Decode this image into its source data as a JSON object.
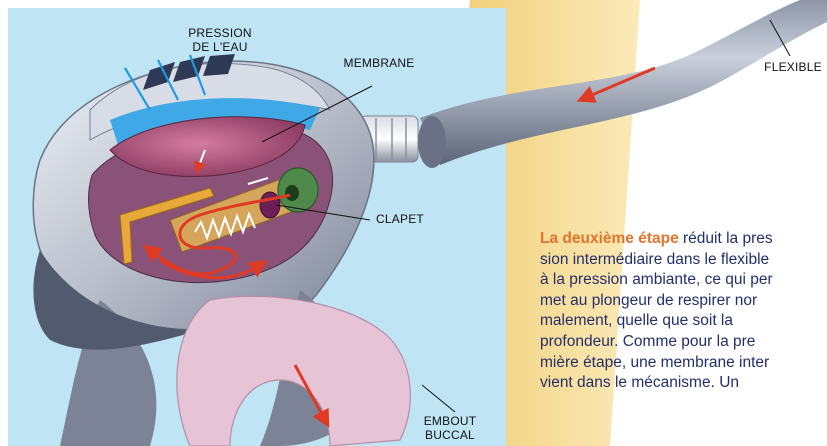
{
  "colors": {
    "background": "#ffffff",
    "panel": "#bfe4f3",
    "beam": "#f3d88a",
    "text": "#232f6b",
    "lead": "#e2742b",
    "arrow": "#e03a22"
  },
  "labels": {
    "water_pressure": [
      "PRESSION",
      "DE L'EAU"
    ],
    "membrane": "MEMBRANE",
    "hose": "FLEXIBLE",
    "valve": "CLAPET",
    "mouthpiece": [
      "EMBOUT",
      "BUCCAL"
    ]
  },
  "paragraph": {
    "lead": "La deuxième étape",
    "lines": [
      " réduit la pres",
      "sion intermédiaire dans le flexible",
      "à la pression ambiante, ce qui per",
      "met au plongeur de respirer nor",
      "malement, quelle que soit la",
      "profondeur. Comme pour la pre",
      "mière étape, une membrane inter",
      "vient dans le mécanisme. Un"
    ]
  }
}
